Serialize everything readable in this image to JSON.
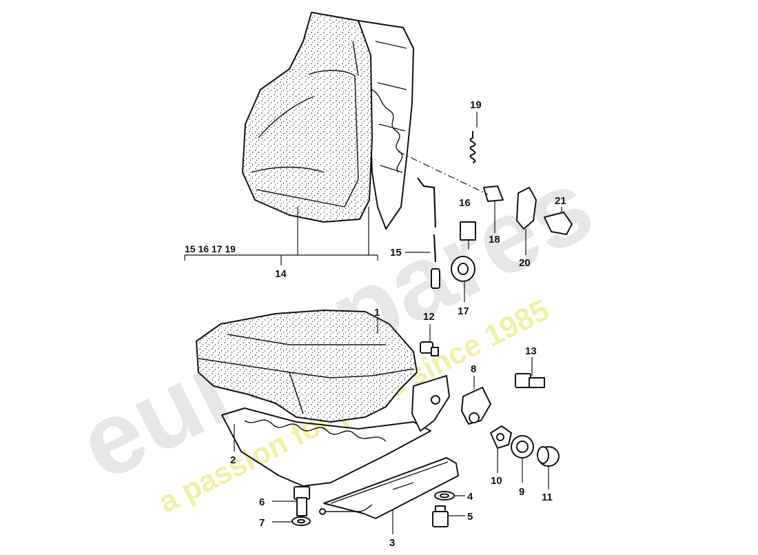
{
  "watermark": {
    "brand": "eurospares",
    "tagline": "a passion for parts since 1985",
    "brand_color": "#e6e6e6",
    "tagline_color": "#eef0a8"
  },
  "group_label": "15 16 17 19",
  "callouts": {
    "c1": "1",
    "c2": "2",
    "c3": "3",
    "c4": "4",
    "c5": "5",
    "c6": "6",
    "c7": "7",
    "c8": "8",
    "c9": "9",
    "c10": "10",
    "c11": "11",
    "c12": "12",
    "c13": "13",
    "c14": "14",
    "c15": "15",
    "c16": "16",
    "c17": "17",
    "c18": "18",
    "c19": "19",
    "c20": "20",
    "c21": "21"
  }
}
